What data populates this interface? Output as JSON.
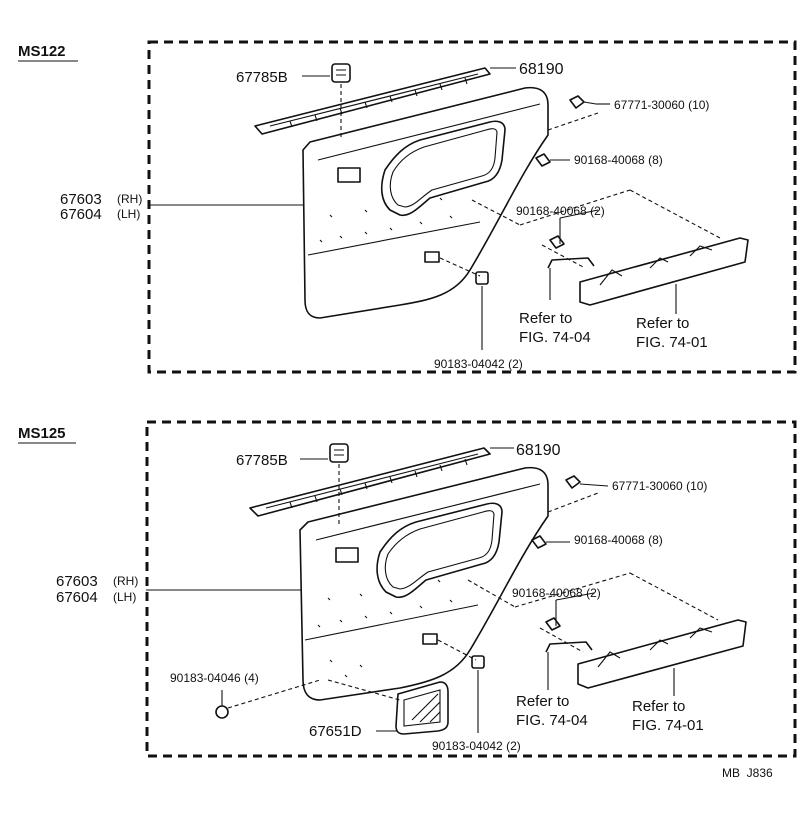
{
  "figure_code": "MB  J836",
  "sections": [
    {
      "model": "MS122",
      "labels": {
        "molding_clip": "67785B",
        "weatherstrip": "68190",
        "panel_clip": "67771-30060  (10)",
        "screw_upper": "90168-40068  (8)",
        "screw_lower": "90168-40068  (2)",
        "panel_rh": "67603",
        "panel_rh_side": "(RH)",
        "panel_lh": "67604",
        "panel_lh_side": "(LH)",
        "refer_a_1": "Refer to",
        "refer_a_2": "FIG. 74-04",
        "refer_b_1": "Refer to",
        "refer_b_2": "FIG. 74-01",
        "nut": "90183-04042  (2)"
      }
    },
    {
      "model": "MS125",
      "labels": {
        "molding_clip": "67785B",
        "weatherstrip": "68190",
        "panel_clip": "67771-30060  (10)",
        "screw_upper": "90168-40068  (8)",
        "screw_lower": "90168-40068  (2)",
        "panel_rh": "67603",
        "panel_rh_side": "(RH)",
        "panel_lh": "67604",
        "panel_lh_side": "(LH)",
        "refer_a_1": "Refer to",
        "refer_a_2": "FIG. 74-04",
        "refer_b_1": "Refer to",
        "refer_b_2": "FIG. 74-01",
        "nut": "90183-04042  (2)",
        "nut_extra": "90183-04046  (4)",
        "cover": "67651D"
      }
    }
  ]
}
